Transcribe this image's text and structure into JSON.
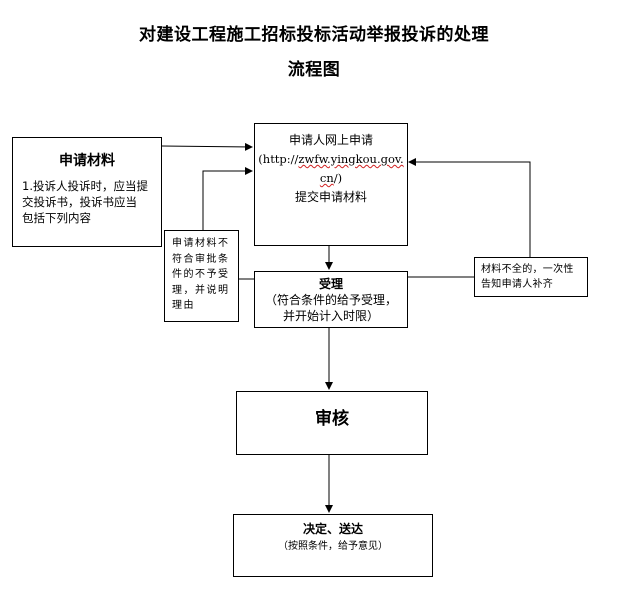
{
  "title": {
    "line1": "对建设工程施工招标投标活动举报投诉的处理",
    "line2": "流程图"
  },
  "materials": {
    "heading": "申请材料",
    "line1": "1.投诉人投诉时，应当提",
    "line2": "交投诉书，投诉书应当",
    "line3": "包括下列内容"
  },
  "online": {
    "line1": "申请人网上申请",
    "url_prefix": "(http://",
    "url_domain": "zwfw.yingkou.gov.",
    "url_suffix_a": "cn",
    "url_suffix_b": "/)",
    "line4": "提交申请材料"
  },
  "reject_note": {
    "line1": "申请材料不",
    "line2": "符合审批条",
    "line3": "件的不予受",
    "line4": "理，并说明",
    "line5": "理由"
  },
  "accept": {
    "heading": "受理",
    "line1": "（符合条件的给予受理，",
    "line2": "并开始计入时限）"
  },
  "supplement_note": {
    "line1": "材料不全的，一次性",
    "line2": "告知申请人补齐"
  },
  "review": {
    "heading": "审核"
  },
  "decision": {
    "heading": "决定、送达",
    "line1": "（按照条件，给予意见）"
  }
}
